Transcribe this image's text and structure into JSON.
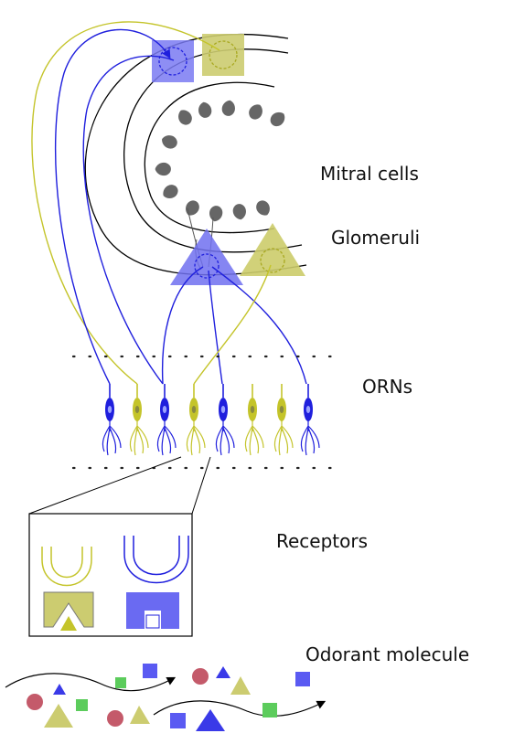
{
  "labels": {
    "mitral": "Mitral cells",
    "glomeruli": "Glomeruli",
    "orns": "ORNs",
    "receptors": "Receptors",
    "odorant": "Odorant molecule"
  },
  "colors": {
    "blue": "#1f1fdd",
    "blue_fill": "#7070f0",
    "yellow": "#c4c42a",
    "yellow_fill": "#cccc70",
    "mitral_gray": "#666666",
    "green": "#5ccc5c",
    "red": "#c45a6a",
    "line": "#000000"
  },
  "icons": {
    "mitral_cell": "teardrop-shape",
    "neuron": "spindle-cell-shape",
    "glomerulus": "dashed-circle"
  },
  "orns": [
    {
      "type": "blue"
    },
    {
      "type": "yellow"
    },
    {
      "type": "blue"
    },
    {
      "type": "yellow"
    },
    {
      "type": "blue"
    },
    {
      "type": "yellow"
    },
    {
      "type": "yellow"
    },
    {
      "type": "blue"
    }
  ]
}
